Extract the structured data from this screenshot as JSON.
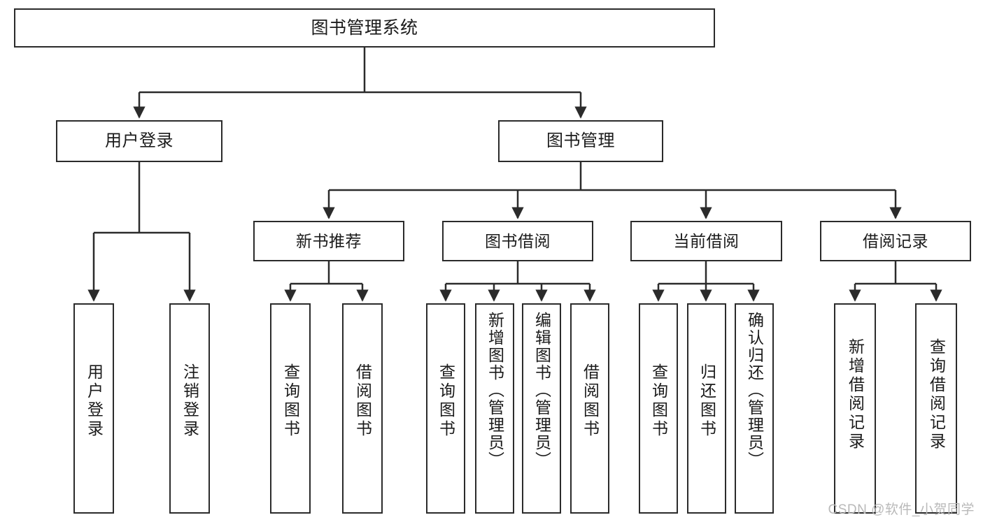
{
  "diagram": {
    "title": "图书管理系统",
    "type": "hierarchy-tree",
    "colors": {
      "box_border": "#2b2b2b",
      "box_fill": "#ffffff",
      "edge": "#2b2b2b",
      "text": "#1b1b1b",
      "watermark": "#b9b9b9",
      "background": "#ffffff"
    },
    "root": {
      "label": "图书管理系统"
    },
    "level2": [
      {
        "label": "用户登录"
      },
      {
        "label": "图书管理"
      }
    ],
    "level3": [
      {
        "label": "新书推荐"
      },
      {
        "label": "图书借阅"
      },
      {
        "label": "当前借阅"
      },
      {
        "label": "借阅记录"
      }
    ],
    "leaves": {
      "user_login": [
        {
          "label": "用户登录"
        },
        {
          "label": "注销登录"
        }
      ],
      "new_book": [
        {
          "label": "查询图书"
        },
        {
          "label": "借阅图书"
        }
      ],
      "book_borrow": [
        {
          "label": "查询图书"
        },
        {
          "label": "新增图书（管理员）"
        },
        {
          "label": "编辑图书（管理员）"
        },
        {
          "label": "借阅图书"
        }
      ],
      "current_borrow": [
        {
          "label": "查询图书"
        },
        {
          "label": "归还图书"
        },
        {
          "label": "确认归还（管理员）"
        }
      ],
      "borrow_record": [
        {
          "label": "新增借阅记录"
        },
        {
          "label": "查询借阅记录"
        }
      ]
    },
    "watermark": "CSDN @软件_小贺同学"
  }
}
